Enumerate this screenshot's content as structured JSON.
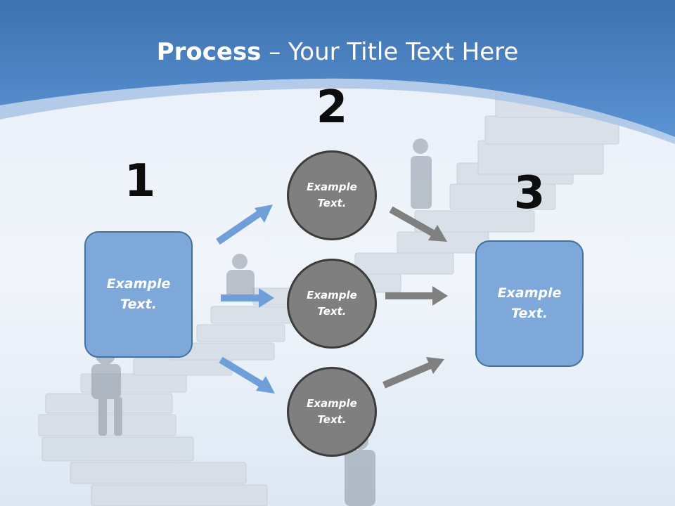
{
  "title": {
    "bold": "Process",
    "rest": " – Your Title Text Here"
  },
  "steps": [
    {
      "number": "1",
      "box_text": "Example\nText."
    },
    {
      "number": "2"
    },
    {
      "number": "3",
      "box_text": "Example\nText."
    }
  ],
  "circles": [
    {
      "text": "Example\nText."
    },
    {
      "text": "Example\nText."
    },
    {
      "text": "Example\nText."
    }
  ],
  "colors": {
    "header_blue": "#4a80c2",
    "box_fill": "#7ea8d9",
    "box_border": "#41719c",
    "circle_fill": "#7f7f7f",
    "arrow_blue": "#6f9fd8",
    "arrow_gray": "#808080"
  }
}
